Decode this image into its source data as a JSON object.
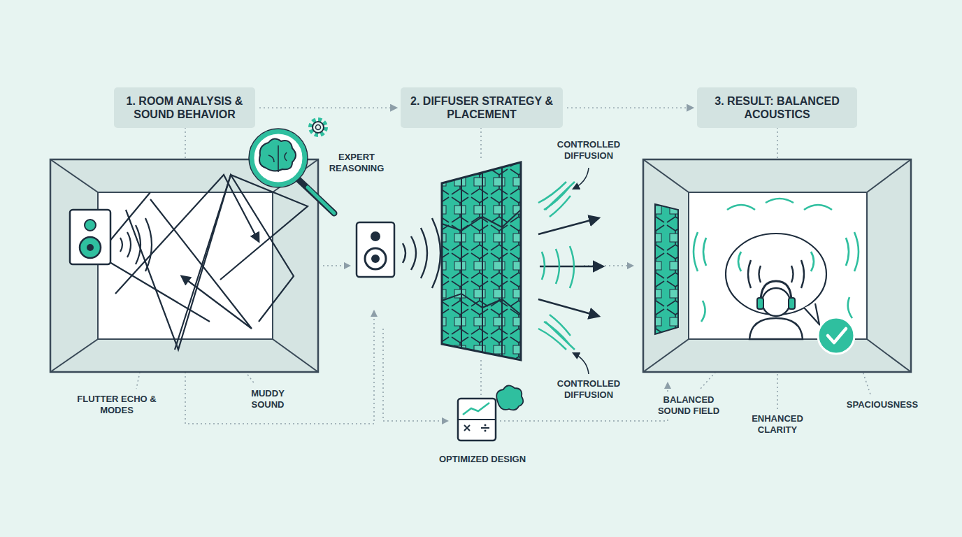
{
  "diagram": {
    "nodes": [
      {
        "text": [
          "1. ROOM ANALYSIS & SOUND BEHAVIOR"
        ]
      },
      {
        "text": [
          "2. DIFFUSER STRATEGY & PLACEMENT"
        ]
      },
      {
        "text": [
          "3. RESULT: BALANCED ACOUSTICS"
        ]
      }
    ],
    "edges": [
      {
        "from": 0,
        "to": 1,
        "arrow": "to"
      },
      {
        "from": 1,
        "to": 2,
        "arrow": "to"
      }
    ],
    "labels": [
      "EXPERT REASONING",
      "FLUTTER ECHO & MODES",
      "MUDDY SOUND",
      "CONTROLLED DIFFUSION",
      "CONTROLLED DIFFUSION",
      "OPTIMIZED DESIGN",
      "BALANCED SOUND FIELD",
      "ENHANCED CLARITY",
      "SPACIOUSNESS"
    ]
  }
}
